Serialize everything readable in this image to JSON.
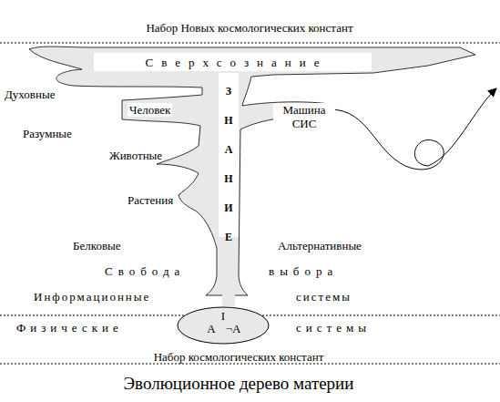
{
  "diagram": {
    "caption": "Эволюционное дерево материи",
    "nodes": [
      {
        "text": [
          "Сверхсознание"
        ]
      },
      {
        "text": [
          "I",
          "А",
          "¬А"
        ]
      }
    ],
    "labels": [
      "Набор Новых космологических констант",
      "ЗНАНИЕ",
      "Духовные",
      "Человек",
      "Машина СИС",
      "Разумные",
      "Животные",
      "Растения",
      "Белковые",
      "Альтернативные",
      "Свобода",
      "выбора",
      "Информационные",
      "системы",
      "Физические",
      "системы",
      "Набор космологических констант"
    ]
  }
}
